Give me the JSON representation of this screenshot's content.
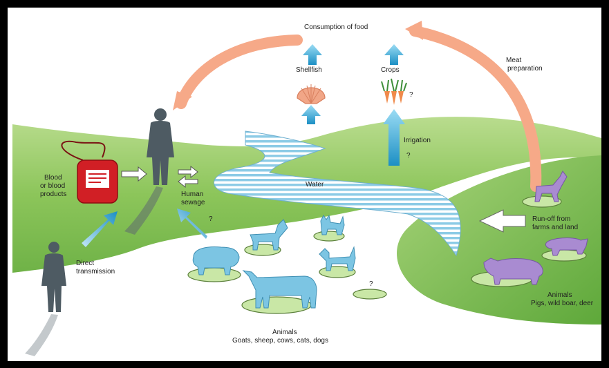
{
  "labels": {
    "consumption": "Consumption of food",
    "meat_prep_1": "Meat",
    "meat_prep_2": "preparation",
    "shellfish": "Shellfish",
    "crops": "Crops",
    "crops_q": "?",
    "irrigation": "Irrigation",
    "irrigation_q": "?",
    "blood_1": "Blood",
    "blood_2": "or blood",
    "blood_3": "products",
    "sewage_1": "Human",
    "sewage_2": "sewage",
    "water": "Water",
    "sewage_q": "?",
    "runoff_1": "Run-off from",
    "runoff_2": "farms and land",
    "direct_1": "Direct",
    "direct_2": "transmission",
    "unknown_q": "?",
    "animals_left_1": "Animals",
    "animals_left_2": "Goats, sheep, cows, cats, dogs",
    "animals_right_1": "Animals",
    "animals_right_2": "Pigs, wild boar, deer"
  },
  "colors": {
    "frame": "#000000",
    "background": "#ffffff",
    "land_green": "#7fbf4d",
    "land_green_light": "#b9dc8e",
    "water_blue": "#8ccbe6",
    "person": "#4e5b63",
    "arrow_blue": "#2a9fd0",
    "arrow_peach": "#f6a988",
    "animal_blue": "#7cc5e3",
    "animal_purple": "#a98bd1",
    "blood_red": "#d11f25",
    "shell_orange": "#f1a687",
    "ellipse_fill": "#c9e7a6"
  },
  "icons": [
    "person-icon",
    "blood-bag-icon",
    "shellfish-icon",
    "crops-icon",
    "goat-icon",
    "sheep-icon",
    "cow-icon",
    "cat-icon",
    "dog-icon",
    "pig-icon",
    "wild-boar-icon",
    "deer-icon"
  ]
}
